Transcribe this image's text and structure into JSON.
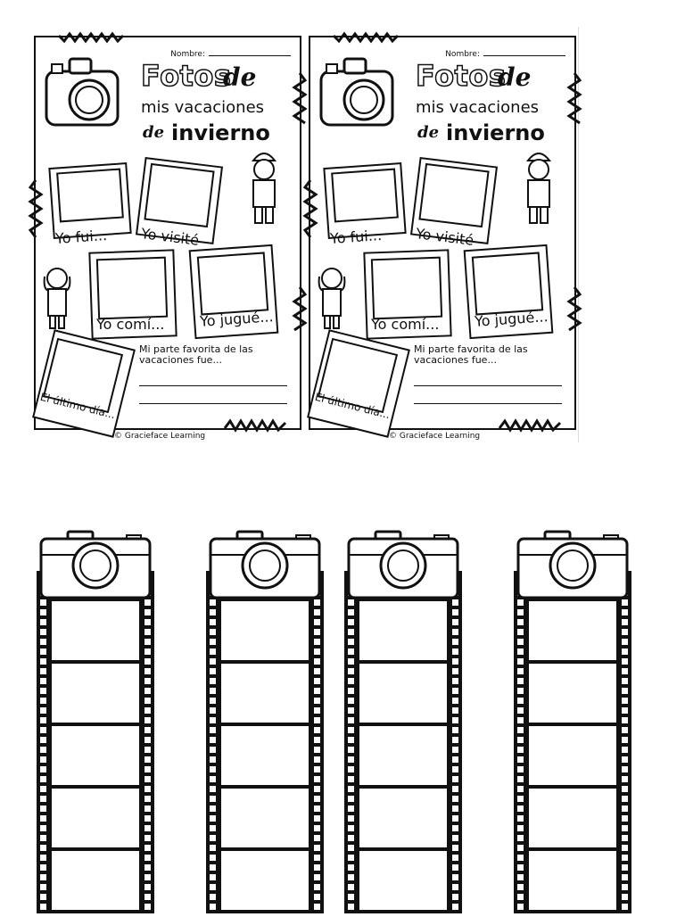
{
  "worksheet": {
    "name_label": "Nombre:",
    "title_fotos": "Fotos",
    "title_de": "de",
    "title_line2": "mis vacaciones",
    "title_de2": "de",
    "title_line3": "invierno",
    "captions": {
      "fui": "Yo fui...",
      "visite": "Yo visité",
      "comi": "Yo comí...",
      "jugue": "Yo jugué...",
      "ultimo": "El último día..."
    },
    "favorite_prompt": "Mi parte favorita de las vacaciones fue...",
    "credit": "© Gracieface Learning"
  },
  "film_strips": [
    {
      "icon": "camera-icon"
    },
    {
      "icon": "camera-icon"
    },
    {
      "icon": "camera-icon"
    },
    {
      "icon": "camera-icon"
    }
  ]
}
